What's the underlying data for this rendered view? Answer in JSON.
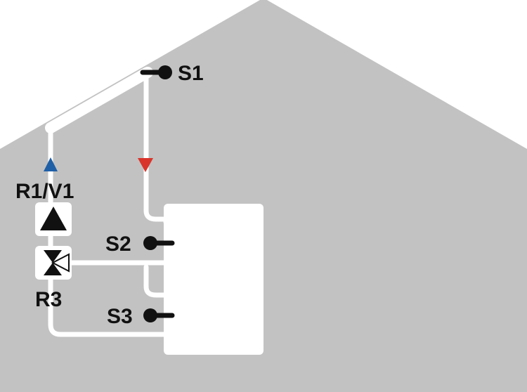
{
  "labels": {
    "s1": "S1",
    "s2": "S2",
    "s3": "S3",
    "pump": "R1/V1",
    "valve": "R3"
  },
  "colors": {
    "house": "#c2c2c2",
    "pipe": "#ffffff",
    "tank": "#ffffff",
    "sensor": "#111111",
    "flow_return": "#1f5fa6",
    "flow_supply": "#d9342b",
    "pump_symbol": "#111111"
  },
  "icons": {
    "pump": "pump-triangle-icon",
    "valve": "three-way-valve-icon",
    "flow_up": "flow-arrow-up-icon",
    "flow_down": "flow-arrow-down-icon",
    "sensor": "sensor-probe-icon"
  }
}
